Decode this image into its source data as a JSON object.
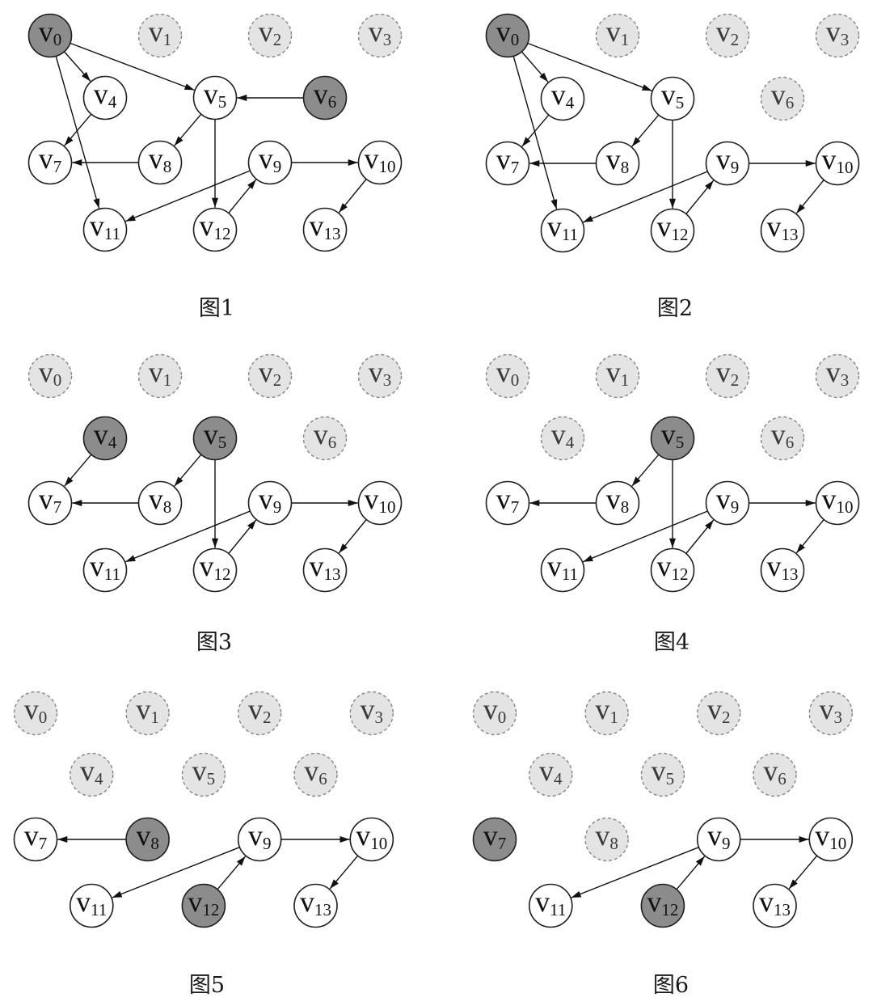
{
  "figure": {
    "node_letter": "v",
    "node_subscripts": [
      "0",
      "1",
      "2",
      "3",
      "4",
      "5",
      "6",
      "7",
      "8",
      "9",
      "10",
      "11",
      "12",
      "13"
    ],
    "colors": {
      "highlighted_fill": "#8c8c8c",
      "removed_fill": "#e4e4e4",
      "normal_fill": "#ffffff",
      "node_stroke": "#1e1e1e",
      "removed_stroke": "#858585",
      "edge": "#111111",
      "label": "#111111",
      "removed_label": "#3a3a3a"
    },
    "panels": [
      {
        "caption": "图1",
        "highlighted": [
          0,
          6
        ],
        "removed": [
          1,
          2,
          3
        ],
        "edges": [
          [
            0,
            4
          ],
          [
            0,
            5
          ],
          [
            0,
            11
          ],
          [
            4,
            7
          ],
          [
            5,
            8
          ],
          [
            5,
            12
          ],
          [
            6,
            5
          ],
          [
            8,
            7
          ],
          [
            9,
            10
          ],
          [
            9,
            11
          ],
          [
            12,
            9
          ],
          [
            10,
            13
          ]
        ]
      },
      {
        "caption": "图2",
        "highlighted": [
          0
        ],
        "removed": [
          1,
          2,
          3,
          6
        ],
        "edges": [
          [
            0,
            4
          ],
          [
            0,
            5
          ],
          [
            0,
            11
          ],
          [
            4,
            7
          ],
          [
            5,
            8
          ],
          [
            5,
            12
          ],
          [
            8,
            7
          ],
          [
            9,
            10
          ],
          [
            9,
            11
          ],
          [
            12,
            9
          ],
          [
            10,
            13
          ]
        ]
      },
      {
        "caption": "图3",
        "highlighted": [
          4,
          5
        ],
        "removed": [
          0,
          1,
          2,
          3,
          6
        ],
        "edges": [
          [
            4,
            7
          ],
          [
            5,
            8
          ],
          [
            5,
            12
          ],
          [
            8,
            7
          ],
          [
            9,
            10
          ],
          [
            9,
            11
          ],
          [
            12,
            9
          ],
          [
            10,
            13
          ]
        ]
      },
      {
        "caption": "图4",
        "highlighted": [
          5
        ],
        "removed": [
          0,
          1,
          2,
          3,
          4,
          6
        ],
        "edges": [
          [
            5,
            8
          ],
          [
            5,
            12
          ],
          [
            8,
            7
          ],
          [
            9,
            10
          ],
          [
            9,
            11
          ],
          [
            12,
            9
          ],
          [
            10,
            13
          ]
        ]
      },
      {
        "caption": "图5",
        "highlighted": [
          8,
          12
        ],
        "removed": [
          0,
          1,
          2,
          3,
          4,
          5,
          6
        ],
        "edges": [
          [
            8,
            7
          ],
          [
            9,
            10
          ],
          [
            9,
            11
          ],
          [
            12,
            9
          ],
          [
            10,
            13
          ]
        ]
      },
      {
        "caption": "图6",
        "highlighted": [
          7,
          12
        ],
        "removed": [
          0,
          1,
          2,
          3,
          4,
          5,
          6,
          8
        ],
        "edges": [
          [
            9,
            10
          ],
          [
            9,
            11
          ],
          [
            12,
            9
          ],
          [
            10,
            13
          ]
        ]
      }
    ]
  }
}
